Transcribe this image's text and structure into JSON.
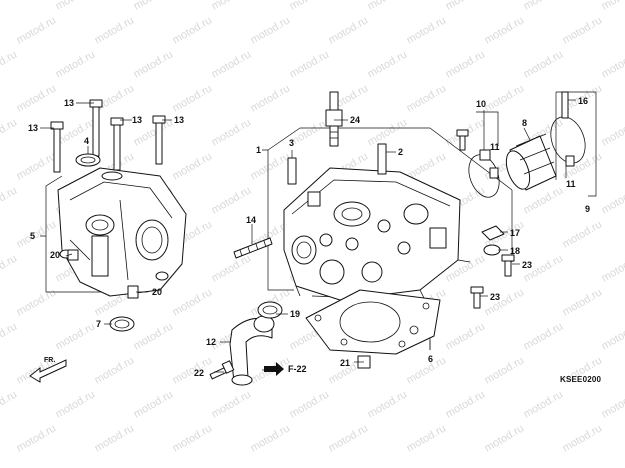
{
  "diagram_code": "KSEE0200",
  "direction_marker": "FR.",
  "reference": "F-22",
  "watermark": "motod.ru",
  "callouts": [
    "1",
    "2",
    "3",
    "4",
    "5",
    "6",
    "7",
    "8",
    "9",
    "10",
    "11",
    "12",
    "13",
    "14",
    "16",
    "17",
    "18",
    "19",
    "20",
    "21",
    "22",
    "23",
    "24"
  ],
  "colors": {
    "line": "#111111",
    "background": "#ffffff",
    "watermark": "#d9d9d9"
  }
}
